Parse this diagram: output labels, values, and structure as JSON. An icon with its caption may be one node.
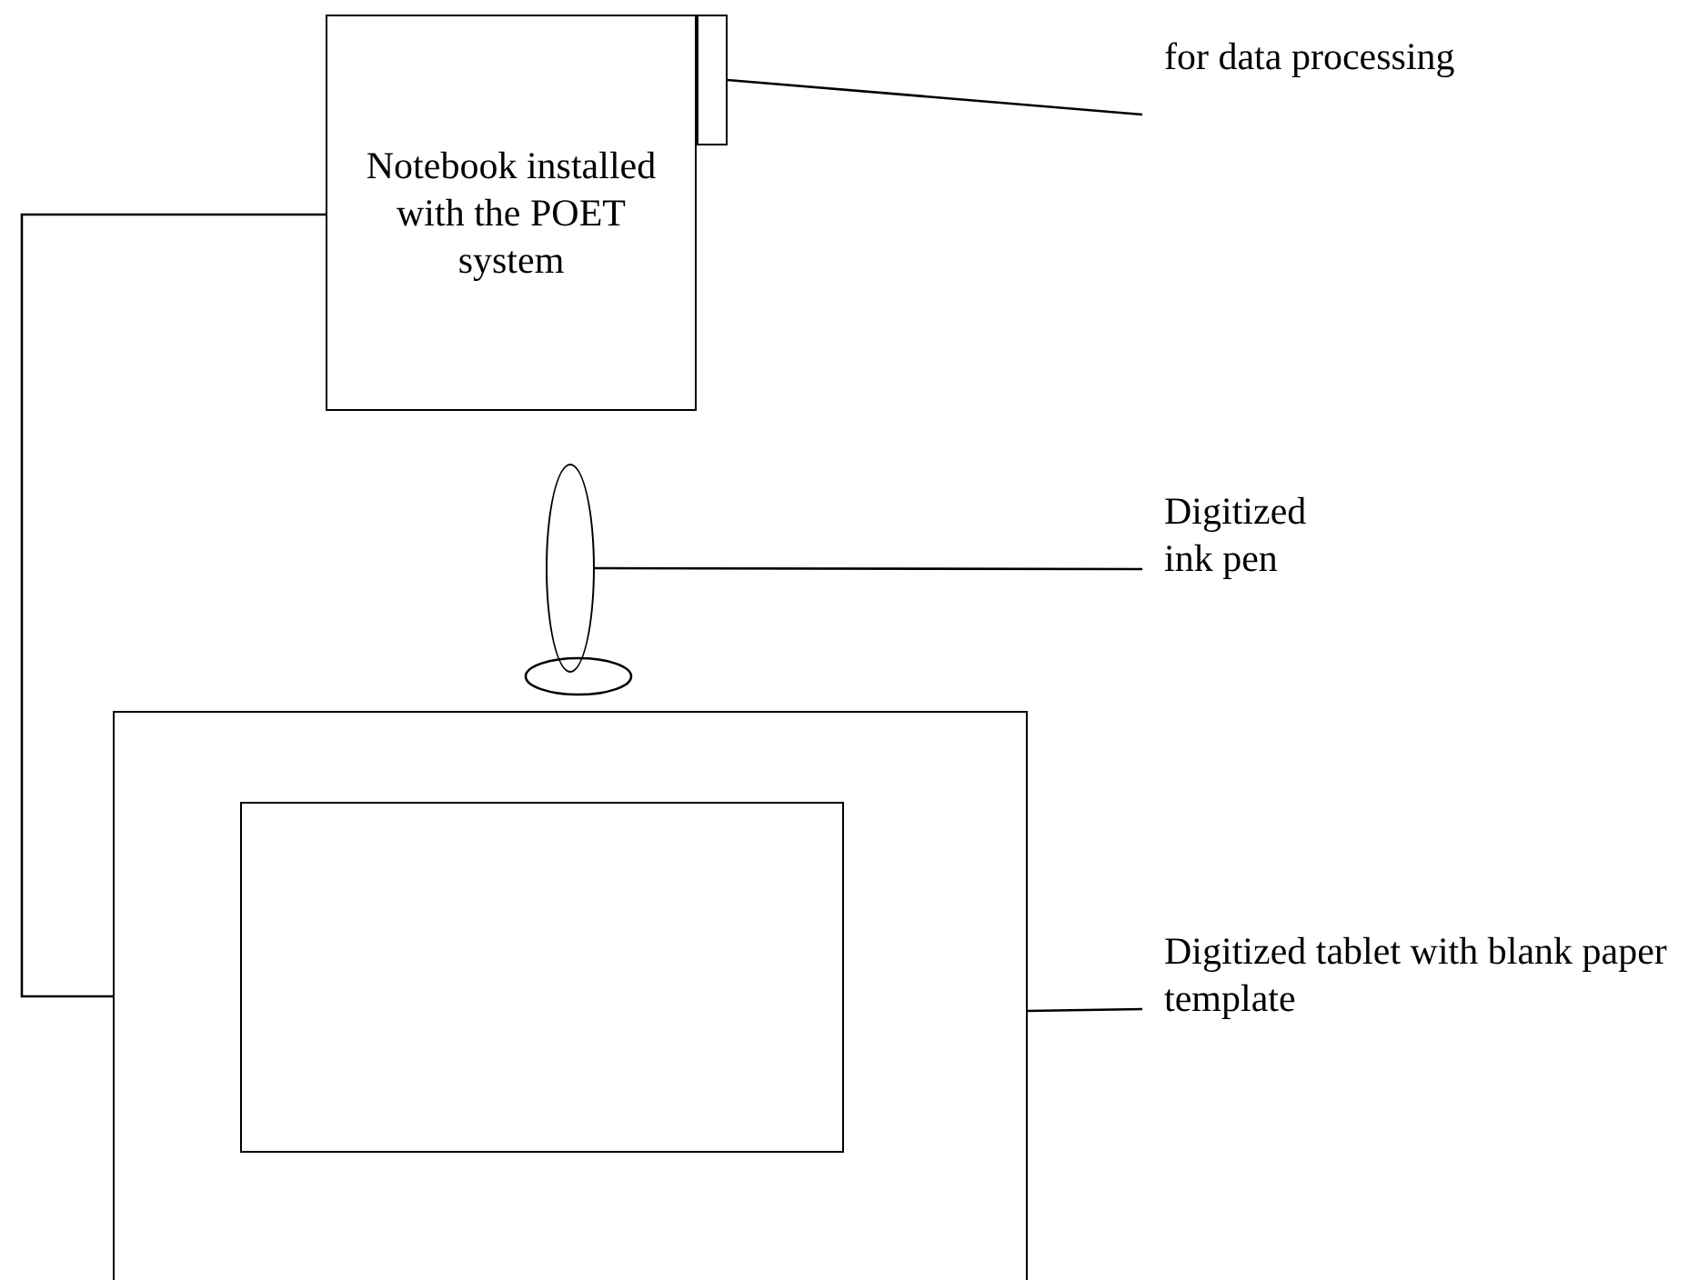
{
  "diagram": {
    "nodes": [
      {
        "text": [
          "Notebook installed with the POET system"
        ]
      },
      {
        "text": [],
        "shape": "box"
      },
      {
        "text": [
          "for data processing"
        ]
      },
      {
        "text": [],
        "shape": "ellipse"
      },
      {
        "text": [
          "Digitized ink pen"
        ]
      },
      {
        "text": [],
        "shape": "box"
      },
      {
        "text": [],
        "shape": "box",
        "in": 5
      },
      {
        "text": [
          "Digitized tablet with blank paper template"
        ]
      }
    ],
    "edges": [
      {
        "from": 1,
        "to": 2,
        "arrow": "none"
      },
      {
        "from": 3,
        "to": 4,
        "arrow": "none"
      },
      {
        "from": 5,
        "to": 7,
        "arrow": "none"
      },
      {
        "from": 0,
        "to": 5,
        "arrow": "none"
      }
    ]
  }
}
